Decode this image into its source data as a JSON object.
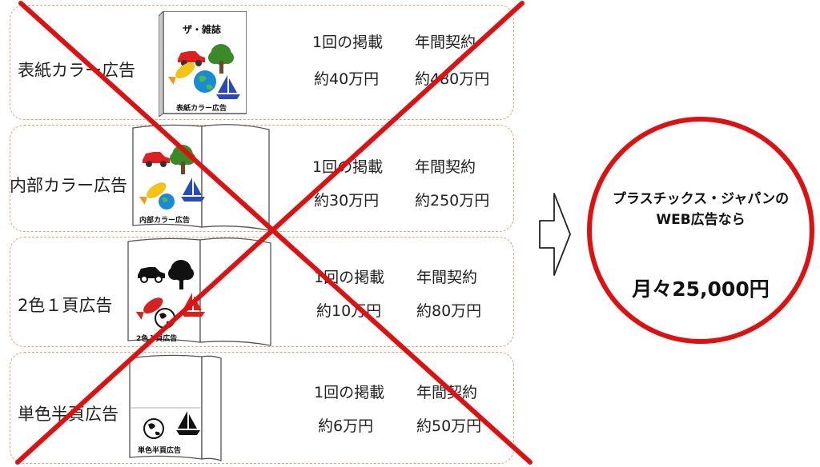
{
  "rows": [
    {
      "label": "表紙カラー広告",
      "per_label": "1回の掲載",
      "per_price": "約40万円",
      "annual_label": "年間契約",
      "annual_price": "約480万円",
      "book_caption": "表紙カラー広告",
      "book_title": "ザ・雑誌"
    },
    {
      "label": "内部カラー広告",
      "per_label": "1回の掲載",
      "per_price": "約30万円",
      "annual_label": "年間契約",
      "annual_price": "約250万円",
      "book_caption": "内部カラー広告"
    },
    {
      "label": "2色１頁広告",
      "per_label": "1回の掲載",
      "per_price": "約10万円",
      "annual_label": "年間契約",
      "annual_price": "約80万円",
      "book_caption": "2色１頁広告"
    },
    {
      "label": "単色半頁広告",
      "per_label": "1回の掲載",
      "per_price": "約6万円",
      "annual_label": "年間契約",
      "annual_price": "約50万円",
      "book_caption": "単色半頁広告"
    }
  ],
  "circle": {
    "line1": "プラスチックス・ジャパンの",
    "line2": "WEB広告なら",
    "price": "月々25,000円"
  },
  "colors": {
    "cross": "#e01010",
    "border": "#e8a070",
    "circle": "#e01010"
  },
  "icons": [
    "car-icon",
    "tree-icon",
    "rocket-icon",
    "globe-icon",
    "sailboat-icon",
    "arrow-right-icon"
  ]
}
